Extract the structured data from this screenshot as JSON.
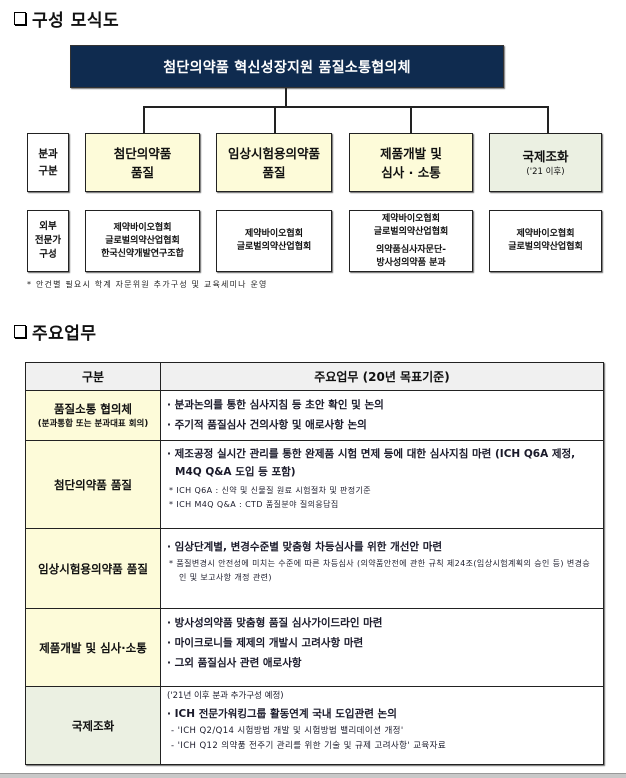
{
  "section1": {
    "title": "구성 모식도",
    "top_box": "첨단의약품 혁신성장지원 품질소통협의체",
    "category_label": [
      "분과",
      "구분"
    ],
    "categories": [
      {
        "line1": "첨단의약품",
        "line2": "품질",
        "color": "#fdfbd9"
      },
      {
        "line1": "임상시험용의약품",
        "line2": "품질",
        "color": "#fdfbd9"
      },
      {
        "line1": "제품개발 및",
        "line2": "심사 · 소통",
        "color": "#fdfbd9"
      },
      {
        "line1": "국제조화",
        "sub": "('21 이후)",
        "color": "#ebf0e2"
      }
    ],
    "org_label": [
      "외부",
      "전문가",
      "구성"
    ],
    "orgs": [
      {
        "lines": [
          "제약바이오협회",
          "글로벌의약산업협회",
          "한국신약개발연구조합"
        ]
      },
      {
        "lines": [
          "제약바이오협회",
          "글로벌의약산업협회"
        ]
      },
      {
        "lines": [
          "제약바이오협회",
          "글로벌의약산업협회"
        ],
        "extra": [
          "의약품심사자문단-",
          "방사성의약품 분과"
        ]
      },
      {
        "lines": [
          "제약바이오협회",
          "글로벌의약산업협회"
        ]
      }
    ],
    "note": "* 안건별 필요시 학계 자문위원 추가구성 및 교육세미나 운영"
  },
  "section2": {
    "title": "주요업무",
    "table": {
      "headers": [
        "구분",
        "주요업무 (20년 목표기준)"
      ],
      "rows": [
        {
          "category": "품질소통 협의체",
          "category_sub": "(분과통합 또는 분과대표 회의)",
          "tasks": [
            "· 분과논의를 통한 심사지침 등 초안 확인 및 논의",
            "· 주기적 품질심사 건의사항 및 애로사항 논의"
          ]
        },
        {
          "category": "첨단의약품 품질",
          "tasks": [
            "· 제조공정 실시간 관리를 통한 완제품 시험 면제 등에 대한 심사지침 마련 (ICH Q6A 제정, M4Q Q&A 도입 등 포함)"
          ],
          "footnotes": [
            "* ICH Q6A : 신약 및 신물질 원료 시험절차 및 판정기준",
            "* ICH M4Q Q&A : CTD 품질분야 질의응답집"
          ]
        },
        {
          "category": "임상시험용의약품 품질",
          "tasks": [
            "· 임상단계별, 변경수준별 맞춤형 차등심사를 위한 개선안 마련"
          ],
          "footnotes": [
            "* 품질변경시 안전성에 미치는 수준에 따른 차등심사 (의약품안전에 관한 규칙 제24조(임상시험계획의 승인 등) 변경승인 및 보고사항 개정 관련)"
          ]
        },
        {
          "category": "제품개발 및 심사·소통",
          "tasks": [
            "· 방사성의약품 맞춤형 품질 심사가이드라인 마련",
            "· 마이크로니들 제제의 개발시 고려사항 마련",
            "· 그외 품질심사 관련 애로사항"
          ]
        },
        {
          "category": "국제조화",
          "pre_note": "('21년 이후 분과 추가구성 예정)",
          "tasks": [
            "· ICH 전문가워킹그룹 활동연계 국내 도입관련 논의"
          ],
          "subitems": [
            "- 'ICH Q2/Q14 시험방법 개발 및 시험방법 밸리데이션 개정'",
            "- 'ICH Q12 의약품 전주기 관리를 위한 기술 및 규제 고려사항' 교육자료"
          ]
        }
      ]
    }
  },
  "colors": {
    "header_navy": "#0f2b4f",
    "cell_yellow": "#fdfbd9",
    "cell_green": "#ebf0e2",
    "table_header_gray": "#f0f0f0"
  }
}
